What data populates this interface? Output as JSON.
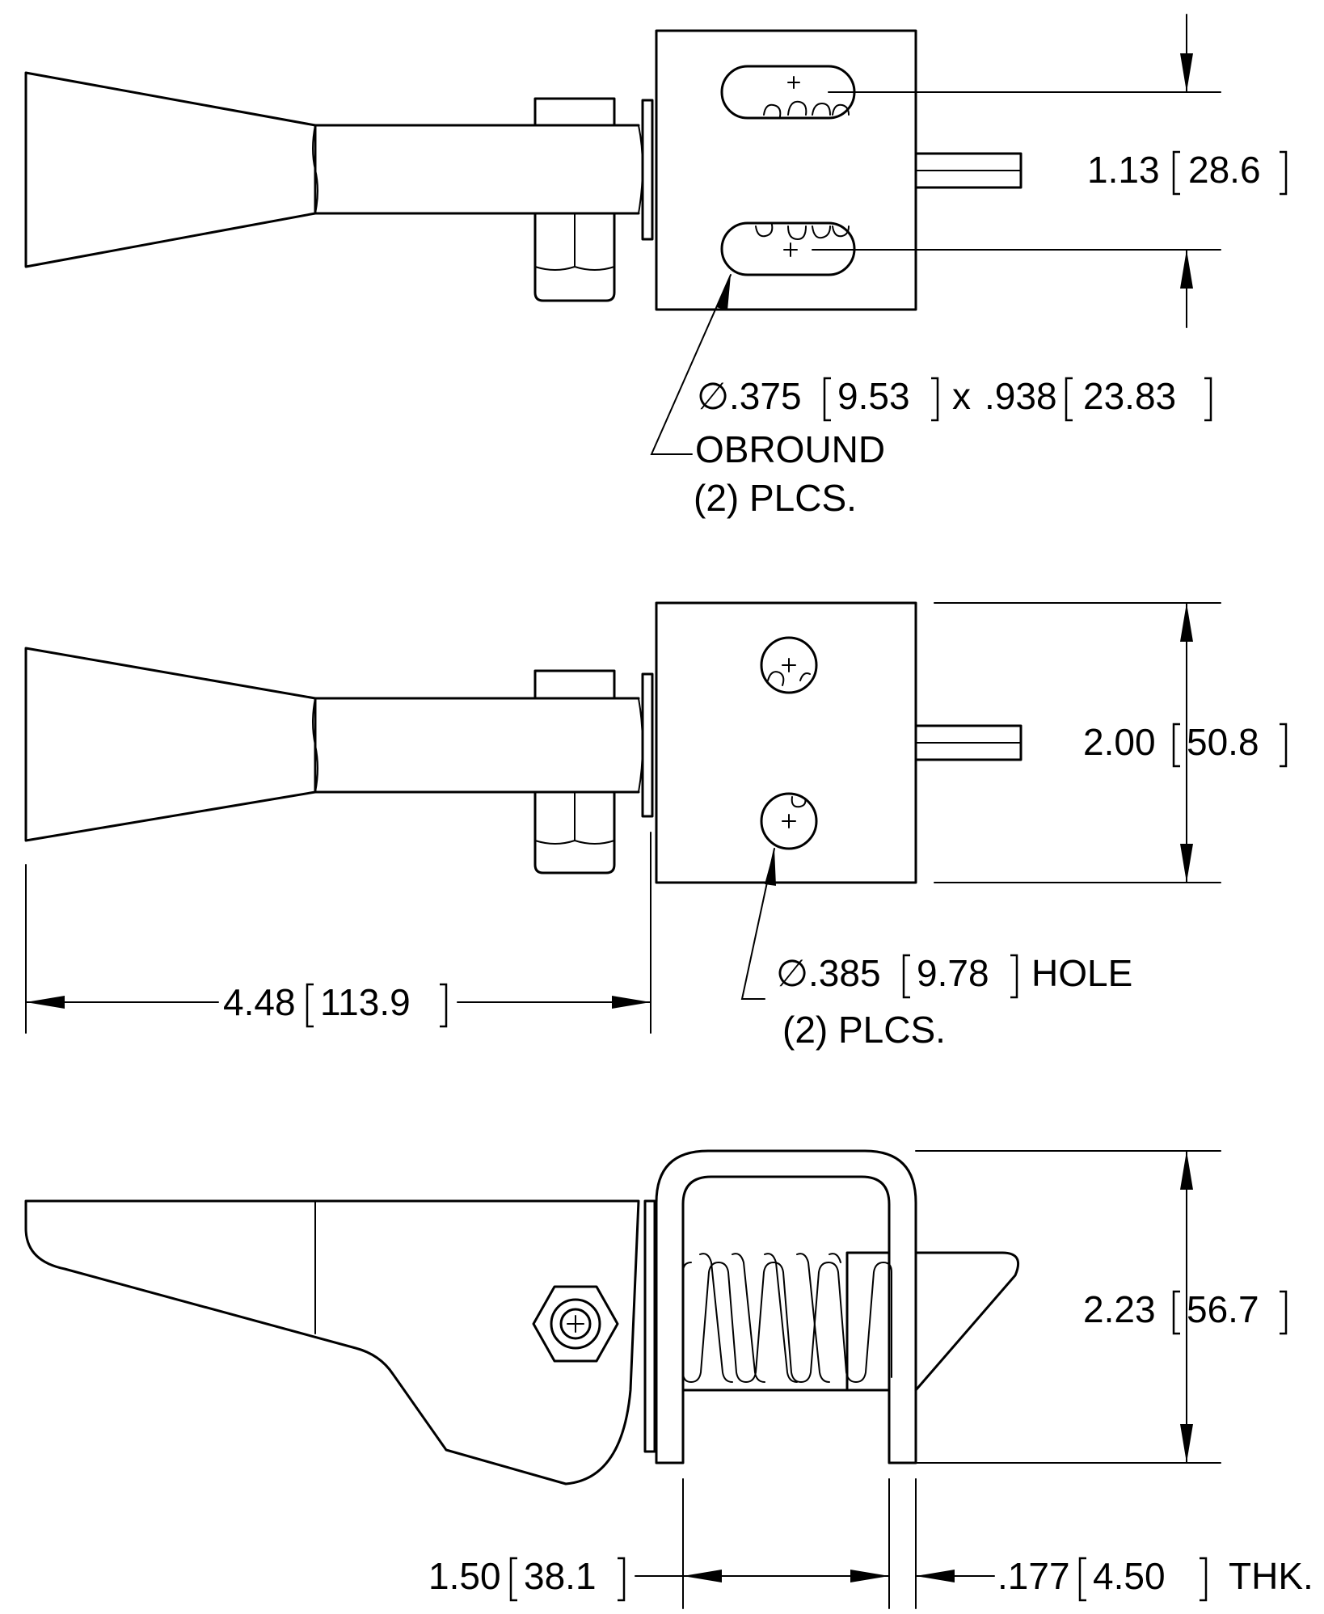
{
  "dimensions": {
    "obround_spacing": {
      "value": "1.13",
      "metric": "28.6"
    },
    "hole_spacing": {
      "value": "2.00",
      "metric": "50.8"
    },
    "overall_length": {
      "value": "4.48",
      "metric": "113.9"
    },
    "height": {
      "value": "2.23",
      "metric": "56.7"
    },
    "bracket_width": {
      "value": "1.50",
      "metric": "38.1"
    },
    "thickness": {
      "value": ".177",
      "metric": "4.50",
      "suffix": "THK."
    }
  },
  "notes": {
    "obround": {
      "symbol": "∅",
      "dia": ".375",
      "dia_metric": "9.53",
      "times": "x",
      "len": ".938",
      "len_metric": "23.83",
      "line2": "OBROUND",
      "line3": "(2) PLCS."
    },
    "hole": {
      "symbol": "∅",
      "dia": ".385",
      "dia_metric": "9.78",
      "label": "HOLE",
      "line2": "(2) PLCS."
    }
  }
}
